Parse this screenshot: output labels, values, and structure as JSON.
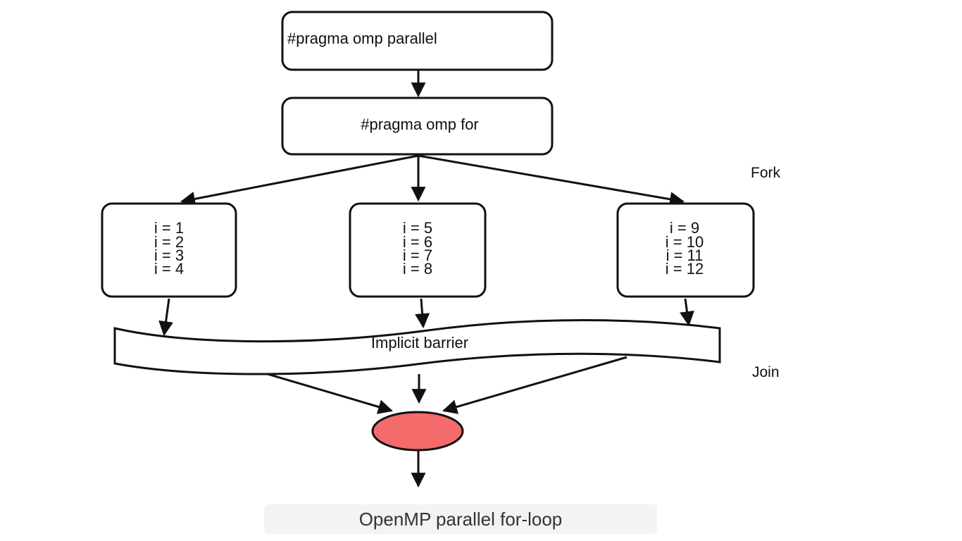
{
  "nodes": {
    "parallel": "#pragma omp parallel",
    "for": "#pragma omp for"
  },
  "threads": [
    {
      "lines": [
        "i = 1",
        "i = 2",
        "i = 3",
        "i = 4"
      ]
    },
    {
      "lines": [
        "i = 5",
        "i = 6",
        "i = 7",
        "i = 8"
      ]
    },
    {
      "lines": [
        "i = 9",
        "i = 10",
        "i = 11",
        "i = 12"
      ]
    }
  ],
  "barrier": {
    "label": "Implicit barrier"
  },
  "labels": {
    "fork": "Fork",
    "join": "Join"
  },
  "end_node_color": "#f36b6b",
  "caption": "OpenMP parallel for-loop"
}
